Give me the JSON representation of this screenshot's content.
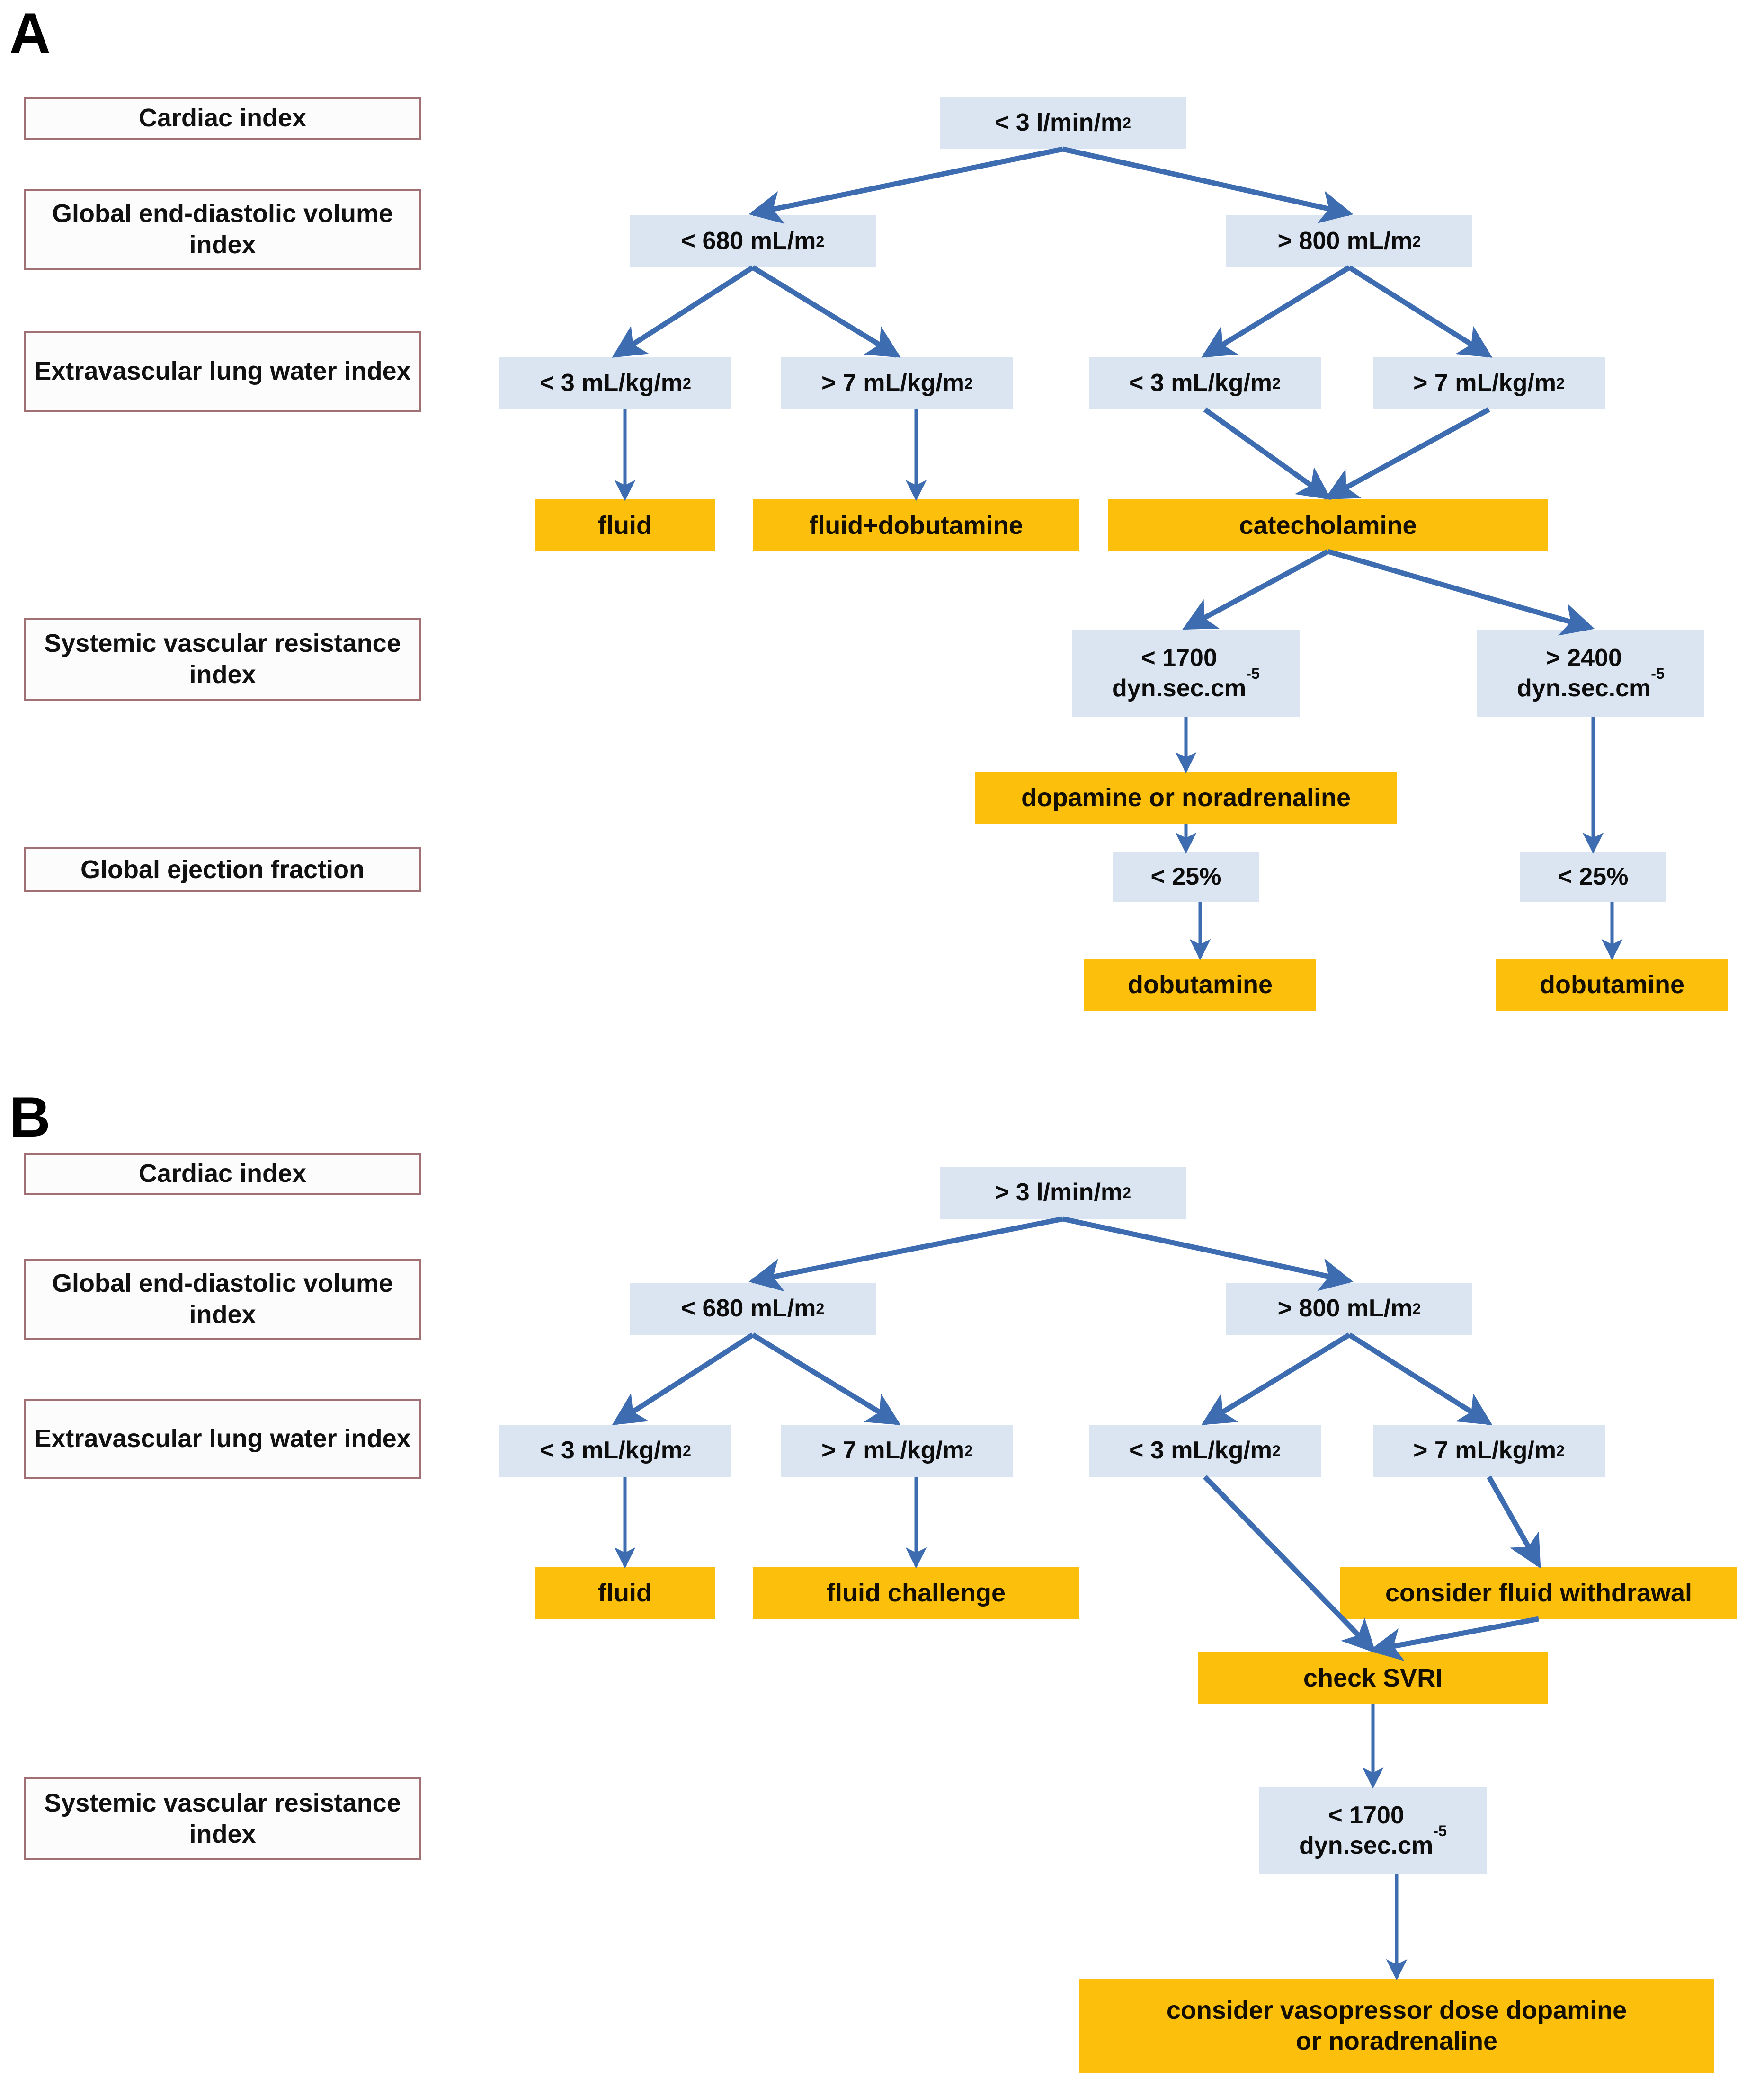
{
  "figure": {
    "panels": [
      {
        "letter": "A",
        "row_labels": [
          {
            "id": "ci",
            "text": "Cardiac index"
          },
          {
            "id": "gedvi",
            "text": "Global end-diastolic volume index"
          },
          {
            "id": "evlwi",
            "text": "Extravascular lung water index"
          },
          {
            "id": "svri",
            "text": "Systemic vascular resistance index"
          },
          {
            "id": "gef",
            "text": "Global ejection fraction"
          }
        ],
        "nodes": [
          {
            "id": "a-ci",
            "text": "< 3 l/min/m2",
            "html": "&lt; 3 l/min/m<sup>2</sup>",
            "kind": "decision"
          },
          {
            "id": "a-gedvi-low",
            "text": "< 680 mL/m2",
            "html": "&lt; 680 mL/m<sup>2</sup>",
            "kind": "decision"
          },
          {
            "id": "a-gedvi-high",
            "text": "> 800 mL/m2",
            "html": "&gt; 800 mL/m<sup>2</sup>",
            "kind": "decision"
          },
          {
            "id": "a-evlw-1",
            "text": "< 3 mL/kg/m2",
            "html": "&lt; 3 mL/kg/m<sup>2</sup>",
            "kind": "decision"
          },
          {
            "id": "a-evlw-2",
            "text": "> 7 mL/kg/m2",
            "html": "&gt; 7 mL/kg/m<sup>2</sup>",
            "kind": "decision"
          },
          {
            "id": "a-evlw-3",
            "text": "< 3 mL/kg/m2",
            "html": "&lt; 3 mL/kg/m<sup>2</sup>",
            "kind": "decision"
          },
          {
            "id": "a-evlw-4",
            "text": "> 7 mL/kg/m2",
            "html": "&gt; 7 mL/kg/m<sup>2</sup>",
            "kind": "decision"
          },
          {
            "id": "a-fluid",
            "text": "fluid",
            "html": "fluid",
            "kind": "action"
          },
          {
            "id": "a-fluid-dobu",
            "text": "fluid+dobutamine",
            "html": "fluid+dobutamine",
            "kind": "action"
          },
          {
            "id": "a-catechol",
            "text": "catecholamine",
            "html": "catecholamine",
            "kind": "action"
          },
          {
            "id": "a-svri-low",
            "text": "< 1700 dyn.sec.cm-5",
            "html": "&lt; 1700<br>dyn.sec.cm<sup>-5</sup>",
            "kind": "decision"
          },
          {
            "id": "a-svri-high",
            "text": "> 2400 dyn.sec.cm-5",
            "html": "&gt; 2400<br>dyn.sec.cm<sup>-5</sup>",
            "kind": "decision"
          },
          {
            "id": "a-dopa-nor",
            "text": "dopamine or noradrenaline",
            "html": "dopamine or noradrenaline",
            "kind": "action"
          },
          {
            "id": "a-gef-left",
            "text": "< 25%",
            "html": "&lt; 25%",
            "kind": "decision"
          },
          {
            "id": "a-gef-right",
            "text": "< 25%",
            "html": "&lt; 25%",
            "kind": "decision"
          },
          {
            "id": "a-dobu-left",
            "text": "dobutamine",
            "html": "dobutamine",
            "kind": "action"
          },
          {
            "id": "a-dobu-right",
            "text": "dobutamine",
            "html": "dobutamine",
            "kind": "action"
          }
        ],
        "edges": [
          {
            "from": "a-ci",
            "to": "a-gedvi-low"
          },
          {
            "from": "a-ci",
            "to": "a-gedvi-high"
          },
          {
            "from": "a-gedvi-low",
            "to": "a-evlw-1"
          },
          {
            "from": "a-gedvi-low",
            "to": "a-evlw-2"
          },
          {
            "from": "a-gedvi-high",
            "to": "a-evlw-3"
          },
          {
            "from": "a-gedvi-high",
            "to": "a-evlw-4"
          },
          {
            "from": "a-evlw-1",
            "to": "a-fluid"
          },
          {
            "from": "a-evlw-2",
            "to": "a-fluid-dobu"
          },
          {
            "from": "a-evlw-3",
            "to": "a-catechol"
          },
          {
            "from": "a-evlw-4",
            "to": "a-catechol"
          },
          {
            "from": "a-catechol",
            "to": "a-svri-low"
          },
          {
            "from": "a-catechol",
            "to": "a-svri-high"
          },
          {
            "from": "a-svri-low",
            "to": "a-dopa-nor"
          },
          {
            "from": "a-dopa-nor",
            "to": "a-gef-left"
          },
          {
            "from": "a-svri-high",
            "to": "a-gef-right"
          },
          {
            "from": "a-gef-left",
            "to": "a-dobu-left"
          },
          {
            "from": "a-gef-right",
            "to": "a-dobu-right"
          }
        ]
      },
      {
        "letter": "B",
        "row_labels": [
          {
            "id": "ci",
            "text": "Cardiac index"
          },
          {
            "id": "gedvi",
            "text": "Global end-diastolic volume index"
          },
          {
            "id": "evlwi",
            "text": "Extravascular lung water index"
          },
          {
            "id": "svri",
            "text": "Systemic vascular resistance index"
          }
        ],
        "nodes": [
          {
            "id": "b-ci",
            "text": "> 3 l/min/m2",
            "html": "&gt; 3 l/min/m<sup>2</sup>",
            "kind": "decision"
          },
          {
            "id": "b-gedvi-low",
            "text": "< 680 mL/m2",
            "html": "&lt; 680 mL/m<sup>2</sup>",
            "kind": "decision"
          },
          {
            "id": "b-gedvi-high",
            "text": "> 800 mL/m2",
            "html": "&gt; 800 mL/m<sup>2</sup>",
            "kind": "decision"
          },
          {
            "id": "b-evlw-1",
            "text": "< 3 mL/kg/m2",
            "html": "&lt; 3 mL/kg/m<sup>2</sup>",
            "kind": "decision"
          },
          {
            "id": "b-evlw-2",
            "text": "> 7 mL/kg/m2",
            "html": "&gt; 7 mL/kg/m<sup>2</sup>",
            "kind": "decision"
          },
          {
            "id": "b-evlw-3",
            "text": "< 3 mL/kg/m2",
            "html": "&lt; 3 mL/kg/m<sup>2</sup>",
            "kind": "decision"
          },
          {
            "id": "b-evlw-4",
            "text": "> 7 mL/kg/m2",
            "html": "&gt; 7 mL/kg/m<sup>2</sup>",
            "kind": "decision"
          },
          {
            "id": "b-fluid",
            "text": "fluid",
            "html": "fluid",
            "kind": "action"
          },
          {
            "id": "b-fluid-challenge",
            "text": "fluid challenge",
            "html": "fluid challenge",
            "kind": "action"
          },
          {
            "id": "b-withdrawal",
            "text": "consider fluid withdrawal",
            "html": "consider fluid withdrawal",
            "kind": "action"
          },
          {
            "id": "b-check-svri",
            "text": "check SVRI",
            "html": "check SVRI",
            "kind": "action"
          },
          {
            "id": "b-svri-low",
            "text": "< 1700 dyn.sec.cm-5",
            "html": "&lt; 1700<br>dyn.sec.cm<sup>-5</sup>",
            "kind": "decision"
          },
          {
            "id": "b-vasopressor",
            "text": "consider vasopressor dose dopamine or noradrenaline",
            "html": "consider vasopressor dose dopamine<br>or noradrenaline",
            "kind": "action"
          }
        ],
        "edges": [
          {
            "from": "b-ci",
            "to": "b-gedvi-low"
          },
          {
            "from": "b-ci",
            "to": "b-gedvi-high"
          },
          {
            "from": "b-gedvi-low",
            "to": "b-evlw-1"
          },
          {
            "from": "b-gedvi-low",
            "to": "b-evlw-2"
          },
          {
            "from": "b-gedvi-high",
            "to": "b-evlw-3"
          },
          {
            "from": "b-gedvi-high",
            "to": "b-evlw-4"
          },
          {
            "from": "b-evlw-1",
            "to": "b-fluid"
          },
          {
            "from": "b-evlw-2",
            "to": "b-fluid-challenge"
          },
          {
            "from": "b-evlw-4",
            "to": "b-withdrawal"
          },
          {
            "from": "b-evlw-3",
            "to": "b-check-svri"
          },
          {
            "from": "b-withdrawal",
            "to": "b-check-svri"
          },
          {
            "from": "b-check-svri",
            "to": "b-svri-low"
          },
          {
            "from": "b-svri-low",
            "to": "b-vasopressor"
          }
        ]
      }
    ],
    "colors": {
      "decision_fill": "#dbe5f1",
      "action_fill": "#fcc00c",
      "label_border": "#a07074",
      "arrow": "#3d6cb0",
      "text": "#0d0d0d"
    }
  }
}
